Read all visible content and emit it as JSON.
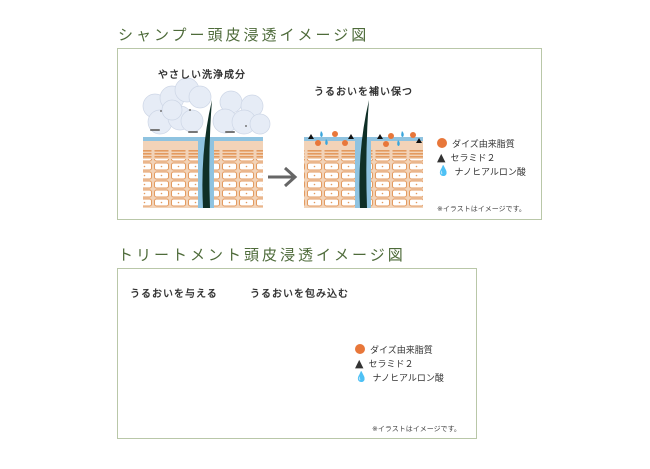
{
  "shampoo": {
    "title": "シャンプー頭皮浸透イメージ図",
    "before_caption": "やさしい洗浄成分",
    "after_caption": "うるおいを補い保つ",
    "legend": [
      {
        "label": "ダイズ由来脂質",
        "icon": "orange-circle-icon"
      },
      {
        "label": "セラミド２",
        "icon": "black-triangle-icon"
      },
      {
        "label": "ナノヒアルロン酸",
        "icon": "blue-drop-icon"
      }
    ],
    "note": "※イラストはイメージです。"
  },
  "treatment": {
    "title": "トリートメント頭皮浸透イメージ図",
    "before_caption": "うるおいを与える",
    "after_caption": "うるおいを包み込む",
    "legend": [
      {
        "label": "ダイズ由来脂質",
        "icon": "orange-circle-icon"
      },
      {
        "label": "セラミド２",
        "icon": "black-triangle-icon"
      },
      {
        "label": "ナノヒアルロン酸",
        "icon": "blue-drop-icon"
      }
    ],
    "note": "※イラストはイメージです。"
  },
  "colors": {
    "orange": "#e8773a",
    "blue": "#3aa6dc",
    "green_title": "#4e6b3a",
    "skin": "#f2d3b8"
  }
}
